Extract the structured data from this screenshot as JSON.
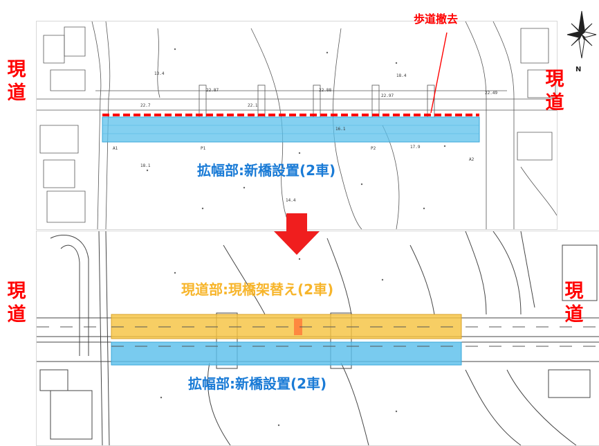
{
  "labels": {
    "existing_road": [
      "現",
      "道"
    ],
    "sidewalk_removal": "歩道撤去",
    "widening_new_bridge": "拡幅部:新橋設置(2車)",
    "existing_section_replacement": "現道部:現橋架替え(2車)"
  },
  "top_map_numbers": {
    "pier_p1": "P1",
    "pier_p2": "P2",
    "abutment_a1": "A1",
    "abutment_a2": "A2",
    "elev_1": "22.87",
    "elev_2": "22.88",
    "elev_3": "22.97",
    "elev_4": "22.49",
    "elev_5": "22.7",
    "elev_6": "22.1",
    "elev_7": "18.4",
    "elev_8": "13.4",
    "elev_9": "18.1",
    "elev_10": "17.9",
    "elev_11": "14.4",
    "elev_12": "16.1"
  },
  "compass": {
    "north_letter": "N"
  },
  "colors": {
    "red": "#ff0000",
    "blue_band": "#5bc0eb",
    "blue_text": "#1a7bd6",
    "orange_band": "#f5c342",
    "orange_text": "#f7b52b",
    "arrow": "#f01e1e"
  }
}
